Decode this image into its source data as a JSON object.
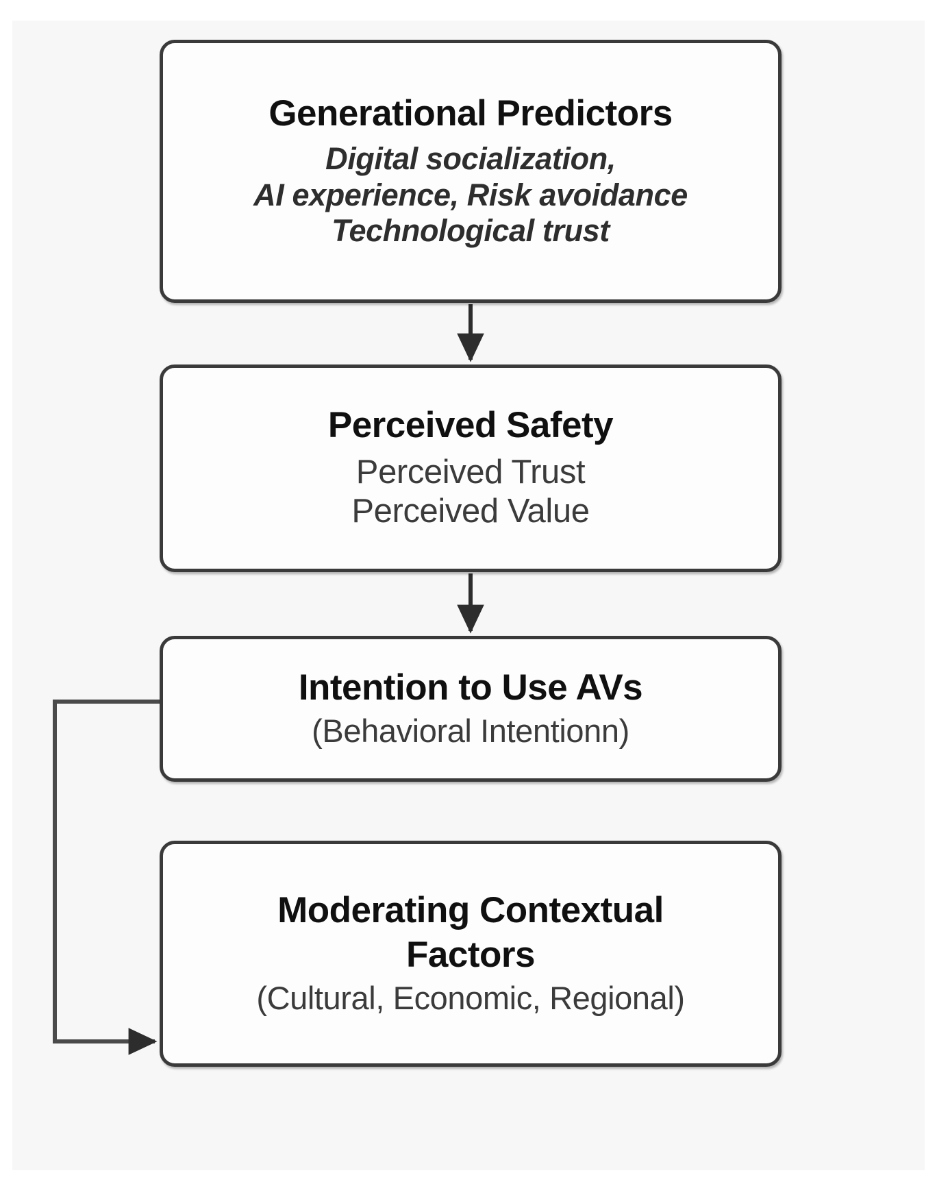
{
  "diagram": {
    "type": "flowchart",
    "title_text": null,
    "background_color": "#f7f7f7",
    "node_border_color": "#3a3a3a",
    "node_fill_color": "#fdfdfd",
    "connector_color": "#3a3a3a",
    "nodes": [
      {
        "id": "generational-predictors",
        "title": "Generational Predictors",
        "lines": [
          "Digital socialization,",
          "AI experience, Risk avoidance",
          "Technological trust"
        ],
        "style": "italic-bold-subtext"
      },
      {
        "id": "perceived-safety",
        "title": "Perceived Safety",
        "lines": [
          "Perceived Trust",
          "Perceived Value"
        ],
        "style": "regular-subtext"
      },
      {
        "id": "intention-to-use-avs",
        "title": "Intention to Use AVs",
        "lines": [
          "(Behavioral Intentionn)"
        ],
        "style": "regular-subtext"
      },
      {
        "id": "moderating-contextual-factors",
        "title": "Moderating Contextual Factors",
        "title_lines": [
          "Moderating Contextual",
          "Factors"
        ],
        "lines": [
          "(Cultural, Economic, Regional)"
        ],
        "style": "regular-subtext"
      }
    ],
    "edges": [
      {
        "id": "edge-predictors-to-safety",
        "from": "generational-predictors",
        "to": "perceived-safety",
        "shape": "straight-vertical",
        "arrow": "end"
      },
      {
        "id": "edge-safety-to-intention",
        "from": "perceived-safety",
        "to": "intention-to-use-avs",
        "shape": "straight-vertical",
        "arrow": "end"
      },
      {
        "id": "edge-intention-to-moderating",
        "from": "intention-to-use-avs",
        "to": "moderating-contextual-factors",
        "shape": "left-elbow",
        "arrow": "end"
      }
    ]
  }
}
